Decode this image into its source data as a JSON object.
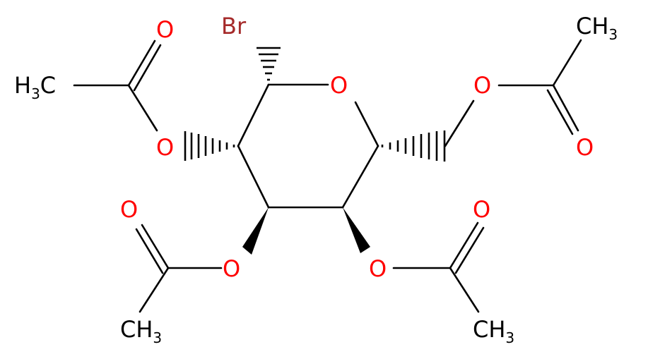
{
  "colors": {
    "oxygen": "#ff0000",
    "bromine": "#a52a2a",
    "carbon": "#000000"
  },
  "atoms": {
    "br": "Br",
    "ring_o": "O",
    "o_ester_c2": "O",
    "o_carbonyl_c2": "O",
    "o_ester_c3": "O",
    "o_carbonyl_c3": "O",
    "o_ester_c4": "O",
    "o_carbonyl_c4": "O",
    "o_ester_c6": "O",
    "o_carbonyl_c6": "O",
    "methyl_main": "CH",
    "methyl_sub": "3",
    "methyl_left_h": "H",
    "methyl_left_sub": "3",
    "methyl_left_c": "C"
  }
}
